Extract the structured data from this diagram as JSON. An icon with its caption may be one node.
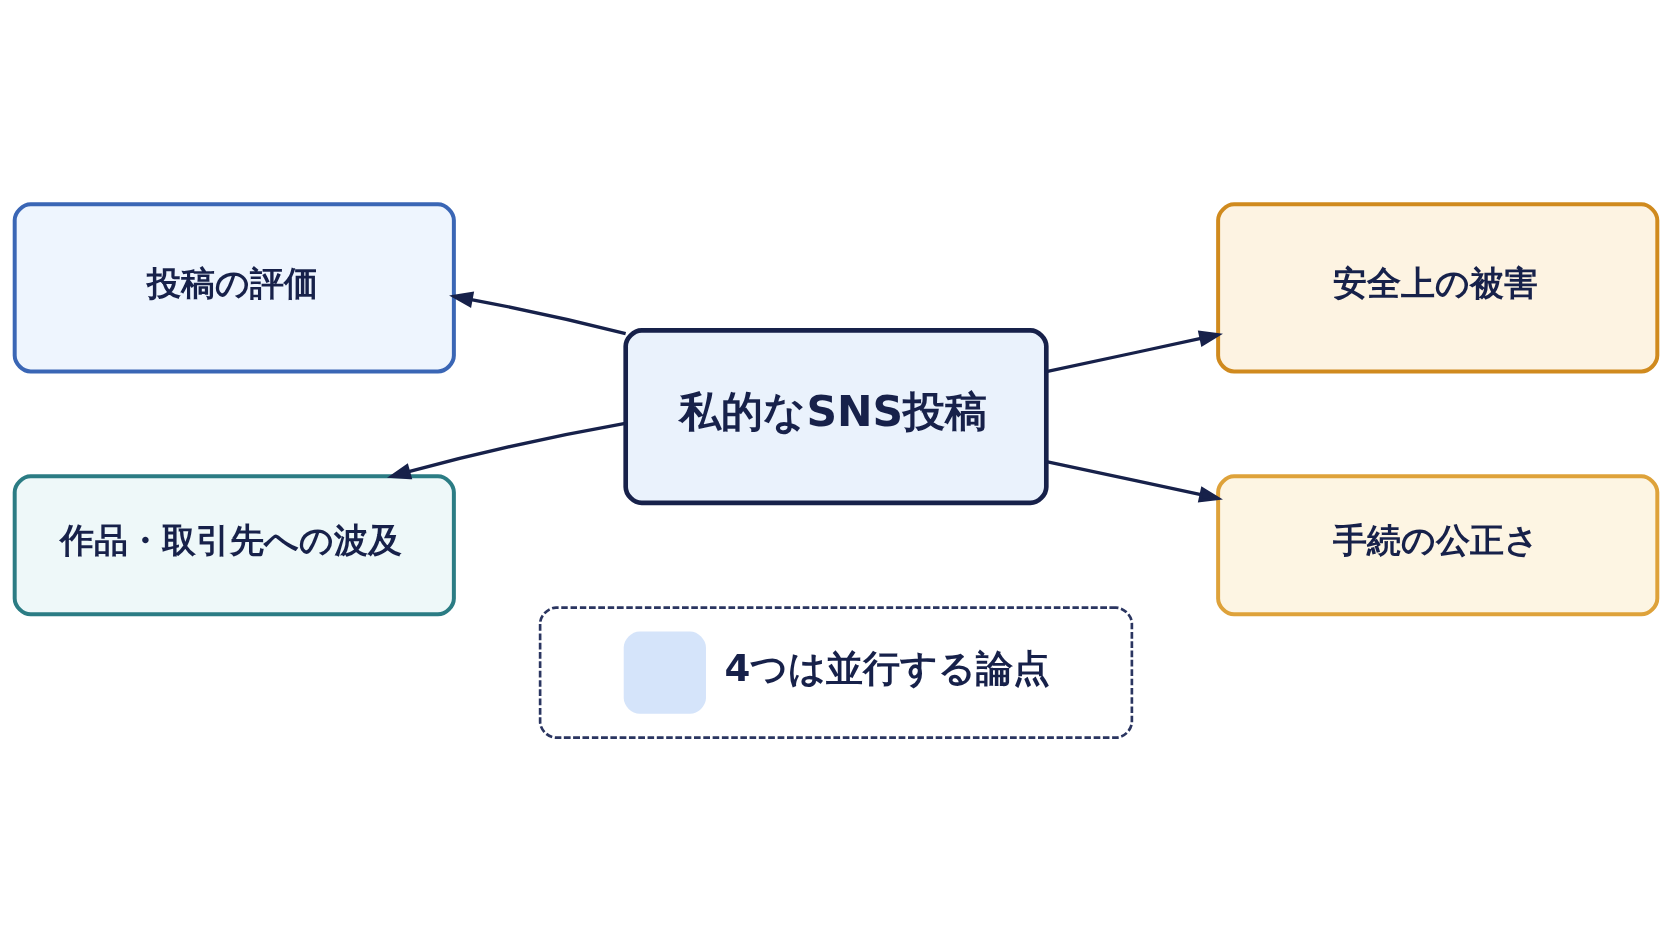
{
  "diagram": {
    "nodes": [
      {
        "text": [
          "投稿の評価"
        ]
      },
      {
        "text": [
          "安全上の被害"
        ]
      },
      {
        "text": [
          "私的なSNS投稿"
        ]
      },
      {
        "text": [
          "作品・取引先への波及"
        ]
      },
      {
        "text": [
          "手続の公正さ"
        ]
      },
      {
        "text": [
          "4つは並行する論点"
        ]
      }
    ],
    "edges": [
      {
        "from": 2,
        "to": 0,
        "arrow": "to"
      },
      {
        "from": 2,
        "to": 1,
        "arrow": "to"
      },
      {
        "from": 2,
        "to": 3,
        "arrow": "to"
      },
      {
        "from": 2,
        "to": 4,
        "arrow": "to"
      }
    ]
  }
}
